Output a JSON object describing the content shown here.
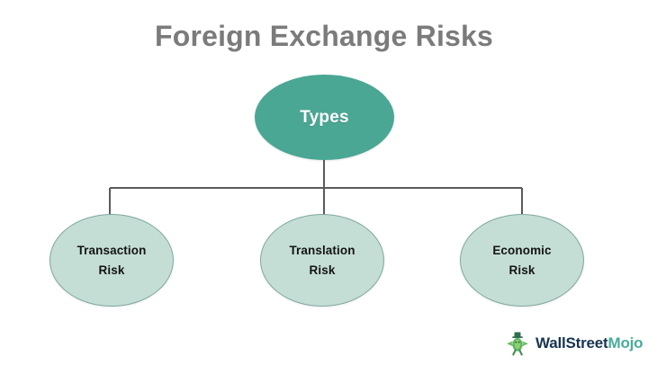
{
  "page": {
    "title": "Foreign Exchange Risks",
    "background_color": "#ffffff"
  },
  "diagram": {
    "type": "hierarchy-tree",
    "root": {
      "id": "types",
      "label": "Types",
      "fill_color": "#4aa794",
      "text_color": "#ffffff"
    },
    "children": [
      {
        "id": "transaction-risk",
        "label": "Transaction\nRisk",
        "line1": "Transaction",
        "line2": "Risk",
        "fill_color": "#c4ded6",
        "border_color": "#7fa8a0",
        "text_color": "#141414"
      },
      {
        "id": "translation-risk",
        "label": "Translation\nRisk",
        "line1": "Translation",
        "line2": "Risk",
        "fill_color": "#c4ded6",
        "border_color": "#7fa8a0",
        "text_color": "#141414"
      },
      {
        "id": "economic-risk",
        "label": "Economic\nRisk",
        "line1": "Economic",
        "line2": "Risk",
        "fill_color": "#c4ded6",
        "border_color": "#7fa8a0",
        "text_color": "#141414"
      }
    ],
    "connector_color": "#595b5c"
  },
  "branding": {
    "logo_icon": "wallstreetmojo-bull-icon",
    "text_part_1": "WallStreet",
    "text_part_2": "Mojo",
    "color_part_1": "#17344f",
    "color_part_2": "#4aab9a"
  }
}
